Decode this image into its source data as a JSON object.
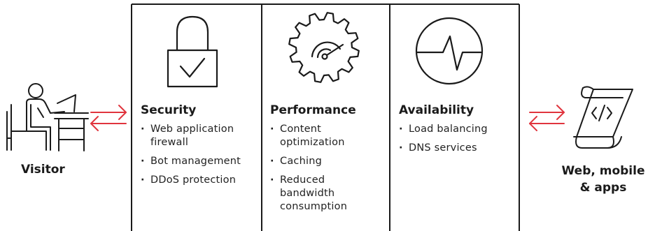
{
  "left": {
    "label": "Visitor"
  },
  "right": {
    "label_line1": "Web, mobile",
    "label_line2": "& apps"
  },
  "panels": [
    {
      "title": "Security",
      "icon": "padlock-check-icon",
      "items": [
        [
          "Web application",
          "firewall"
        ],
        [
          "Bot management"
        ],
        [
          "DDoS protection"
        ]
      ]
    },
    {
      "title": "Performance",
      "icon": "gear-speedometer-icon",
      "items": [
        [
          "Content",
          "optimization"
        ],
        [
          "Caching"
        ],
        [
          "Reduced",
          "bandwidth",
          "consumption"
        ]
      ]
    },
    {
      "title": "Availability",
      "icon": "heartbeat-monitor-icon",
      "items": [
        [
          "Load balancing"
        ],
        [
          "DNS services"
        ]
      ]
    }
  ],
  "colors": {
    "arrow": "#e0343d",
    "line": "#1a1a1a"
  }
}
